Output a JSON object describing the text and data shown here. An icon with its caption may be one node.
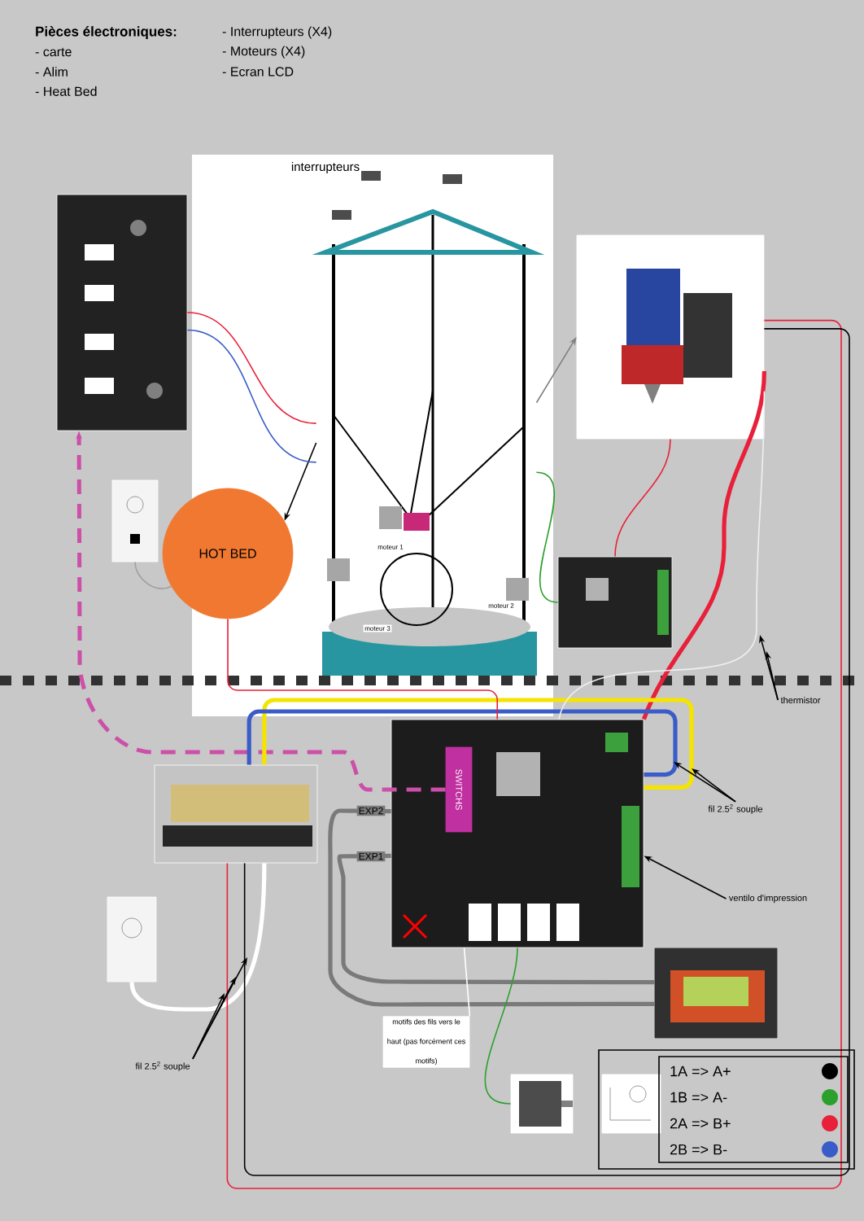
{
  "diagram": {
    "nodes": [
      {
        "text": [],
        "shape": "picture"
      },
      {
        "text": [],
        "shape": "picture"
      },
      {
        "text": [],
        "shape": "picture"
      },
      {
        "text": [
          "HOT BED"
        ]
      },
      {
        "text": [],
        "shape": "picture"
      },
      {
        "text": [],
        "shape": "picture"
      },
      {
        "text": [],
        "shape": "picture"
      },
      {
        "text": [
          "SWITCHS"
        ],
        "in": 6
      },
      {
        "text": [],
        "shape": "picture"
      },
      {
        "text": [],
        "shape": "picture"
      },
      {
        "text": [],
        "shape": "picture"
      },
      {
        "text": [],
        "shape": "picture"
      },
      {
        "text": [],
        "shape": "picture"
      },
      {
        "text": [
          "thermistor"
        ]
      },
      {
        "text": [
          "fil 2.5$^{2}$ souple"
        ]
      },
      {
        "text": [
          "ventilo d'impression"
        ]
      },
      {
        "text": [
          "fil 2.5$^{2}$ souple"
        ]
      },
      {
        "text": [
          "motifs des fils vers le haut (pas forcément ces motifs)"
        ]
      }
    ],
    "edges": [
      {
        "from": 1,
        "to": 3,
        "arrow": "to"
      },
      {
        "from": 1,
        "to": 2,
        "arrow": "to",
        "color": "#808080"
      },
      {
        "from": 7,
        "to": 0,
        "arrow": "to",
        "style": "dashed",
        "color": "#cc4fa8"
      },
      {
        "from": 0,
        "to": 1,
        "arrow": "none",
        "color": "#e8203a"
      },
      {
        "from": 0,
        "to": 1,
        "arrow": "none",
        "color": "#3a5cc8"
      },
      {
        "from": 4,
        "to": 1,
        "arrow": "none",
        "color": "#2ca02c"
      },
      {
        "from": 4,
        "to": 2,
        "arrow": "none",
        "color": "#e8203a"
      },
      {
        "from": 6,
        "to": 2,
        "arrow": "none",
        "style": "thick",
        "color": "#e8203a"
      },
      {
        "from": 5,
        "to": 3,
        "arrow": "none",
        "color": "#a0a0a0"
      },
      {
        "from": 9,
        "to": 8,
        "arrow": "none",
        "style": "thick",
        "color": "#ffffff"
      },
      {
        "from": 8,
        "to": 6,
        "arrow": "none",
        "style": "thick",
        "color": "#f5e400"
      },
      {
        "from": 8,
        "to": 6,
        "arrow": "none",
        "style": "thick",
        "color": "#3a5cc8"
      },
      {
        "from": 8,
        "to": 2,
        "arrow": "none",
        "color": "#e8203a"
      },
      {
        "from": 8,
        "to": 2,
        "arrow": "none",
        "color": "#000000"
      },
      {
        "from": 6,
        "to": 10,
        "arrow": "none",
        "label": "EXP2",
        "style": "thick",
        "color": "#7a7a7a"
      },
      {
        "from": 6,
        "to": 10,
        "arrow": "none",
        "label": "EXP1",
        "style": "thick",
        "color": "#7a7a7a"
      },
      {
        "from": 6,
        "to": 11,
        "arrow": "none",
        "color": "#2ca02c"
      },
      {
        "from": 6,
        "to": 3,
        "arrow": "none",
        "color": "#e8203a"
      },
      {
        "from": 6,
        "to": 2,
        "arrow": "none",
        "color": "#f0f0f0"
      },
      {
        "from": 13,
        "to": null,
        "arrow": "to"
      },
      {
        "from": 13,
        "to": null,
        "arrow": "to"
      },
      {
        "from": 14,
        "to": null,
        "arrow": "to"
      },
      {
        "from": 14,
        "to": null,
        "arrow": "to"
      },
      {
        "from": 15,
        "to": 6,
        "arrow": "to"
      },
      {
        "from": 16,
        "to": null,
        "arrow": "to"
      },
      {
        "from": 16,
        "to": null,
        "arrow": "to"
      },
      {
        "from": 16,
        "to": null,
        "arrow": "to"
      },
      {
        "from": 17,
        "to": 6,
        "arrow": "none",
        "color": "#ffffff"
      }
    ],
    "labels": [
      "Pièces électroniques:",
      "- carte",
      "- Alim",
      "- Heat Bed",
      "- Interrupteurs (X4)",
      "- Moteurs (X4)",
      "- Ecran LCD",
      "interrupteurs",
      "moteur 1",
      "moteur 2",
      "moteur 3"
    ],
    "legend": [
      {
        "text": "1A => A+",
        "color": "#000000"
      },
      {
        "text": "1B => A-",
        "color": "#2ca02c"
      },
      {
        "text": "2A => B+",
        "color": "#e8203a"
      },
      {
        "text": "2B => B-",
        "color": "#3a5cc8"
      }
    ]
  }
}
